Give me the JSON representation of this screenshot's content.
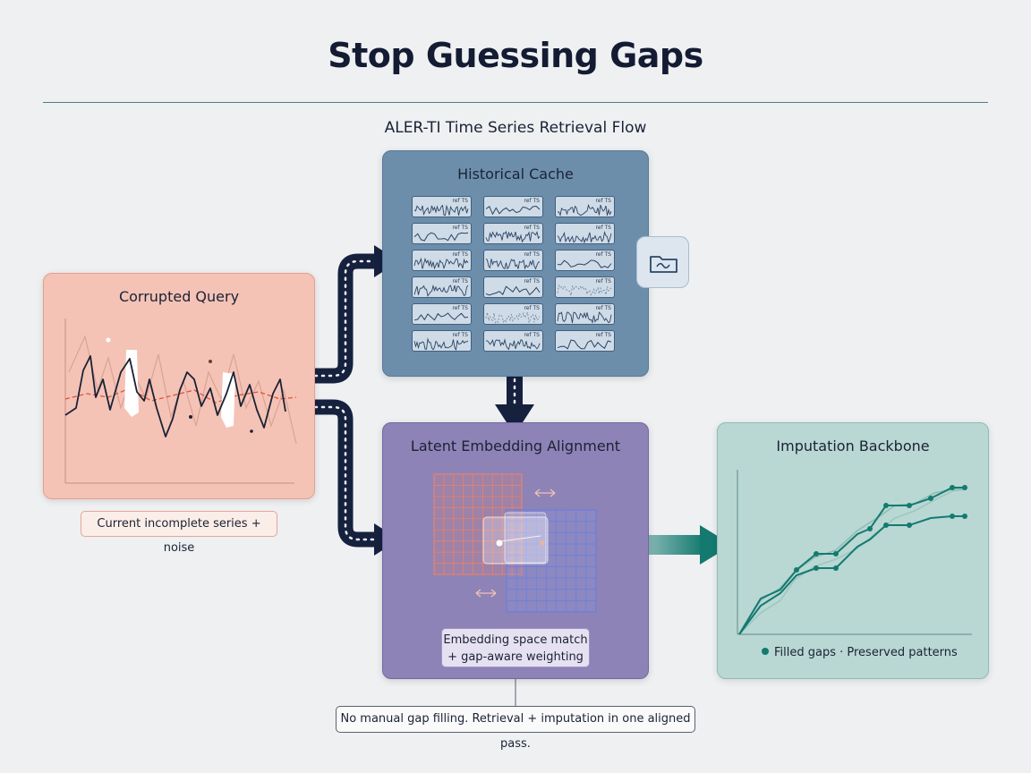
{
  "title": "Stop Guessing Gaps",
  "subtitle": "ALER-TI Time Series Retrieval Flow",
  "corrupted": {
    "title": "Corrupted Query",
    "note": "Current incomplete series + noise"
  },
  "cache": {
    "title": "Historical Cache",
    "thumb_label": "ref TS"
  },
  "latent": {
    "title": "Latent Embedding Alignment",
    "note_line1": "Embedding space match",
    "note_line2": "+ gap-aware weighting"
  },
  "backbone": {
    "title": "Imputation Backbone",
    "legend": "Filled gaps · Preserved patterns"
  },
  "footer_note": "No manual gap filling. Retrieval + imputation in one aligned pass.",
  "icons": {
    "folder": "folder-wave-icon",
    "swap": "swap-arrows-icon"
  },
  "colors": {
    "corrupted": "#f4c3b6",
    "cache": "#6d8eab",
    "latent": "#8e83b6",
    "backbone": "#b9d7d3",
    "arrow_dark": "#16213e",
    "arrow_teal": "#147a70",
    "series_line": "#147a70"
  }
}
